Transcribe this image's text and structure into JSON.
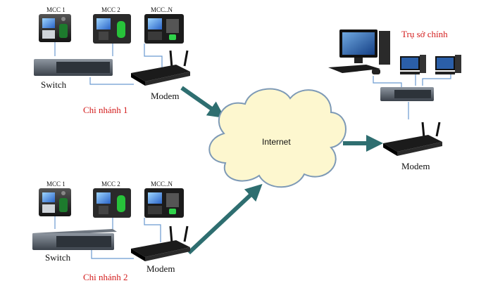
{
  "labels": {
    "mcc1": "MCC 1",
    "mcc2": "MCC 2",
    "mccn": "MCC..N",
    "switch": "Switch",
    "modem": "Modem",
    "internet": "Internet",
    "branch1": "Chi nhánh 1",
    "branch2": "Chi nhánh 2",
    "hq": "Trụ sở chính"
  },
  "colors": {
    "arrow": "#2e6e70",
    "cloud_fill": "#fdf7cf",
    "cloud_stroke": "#7e9ab6",
    "cable": "#6a9ad0",
    "label_red": "#d31c1c"
  }
}
